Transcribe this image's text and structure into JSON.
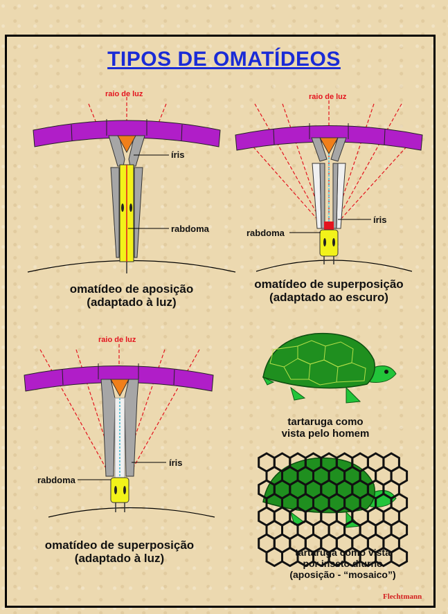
{
  "title": "TIPOS DE OMATÍDEOS",
  "credit": "Flechtmann",
  "diagram_apposition": {
    "light_ray_label": "raio de luz",
    "iris_label": "íris",
    "rhabdom_label": "rabdoma",
    "caption_line1": "omatídeo de aposição",
    "caption_line2": "(adaptado à luz)"
  },
  "diagram_superposition_dark": {
    "light_ray_label": "raio de luz",
    "iris_label": "íris",
    "rhabdom_label": "rabdoma",
    "caption_line1": "omatídeo de superposição",
    "caption_line2": "(adaptado ao escuro)"
  },
  "diagram_superposition_light": {
    "light_ray_label": "raio de luz",
    "iris_label": "íris",
    "rhabdom_label": "rabdoma",
    "caption_line1": "omatídeo de superposição",
    "caption_line2": "(adaptado à luz)"
  },
  "turtle_human": {
    "caption_line1": "tartaruga como",
    "caption_line2": "vista pelo homem"
  },
  "turtle_insect": {
    "caption_line1": "tartaruga como vista",
    "caption_line2": "por inseto diurno",
    "caption_line3": "(aposição - “mosaico”)"
  },
  "colors": {
    "title": "#1a2bd6",
    "cornea": "#b01ec8",
    "crystalline_cone": "#f07f1a",
    "pigment_cells": "#a6a6a6",
    "rhabdom": "#f2f21a",
    "light_ray": "#e3141e",
    "turtle_shell": "#1f8f1f",
    "turtle_skin": "#22c43a"
  }
}
